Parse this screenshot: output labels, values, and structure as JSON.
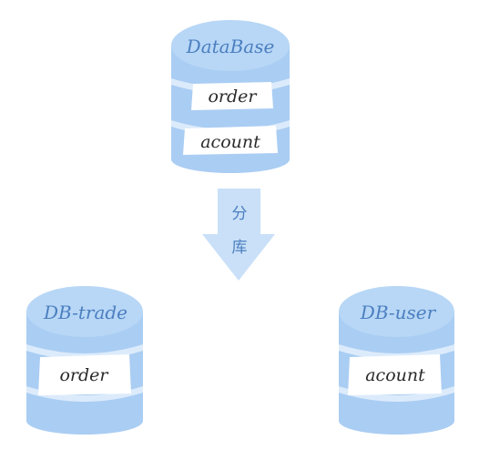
{
  "colors": {
    "cylinder_fill": "#aacdf3",
    "cylinder_top": "#b8d7f6",
    "band": "#dcebfb",
    "card": "#ffffff",
    "title_text": "#4b7fc0",
    "card_text": "#2a2a2a",
    "arrow": "#c9e0f8",
    "arrow_text": "#4b7fc0"
  },
  "source_db": {
    "title": "DataBase",
    "tables": [
      "order",
      "acount"
    ]
  },
  "arrow": {
    "label_top": "分",
    "label_bottom": "库"
  },
  "target_dbs": [
    {
      "title": "DB-trade",
      "table": "order"
    },
    {
      "title": "DB-user",
      "table": "acount"
    }
  ]
}
